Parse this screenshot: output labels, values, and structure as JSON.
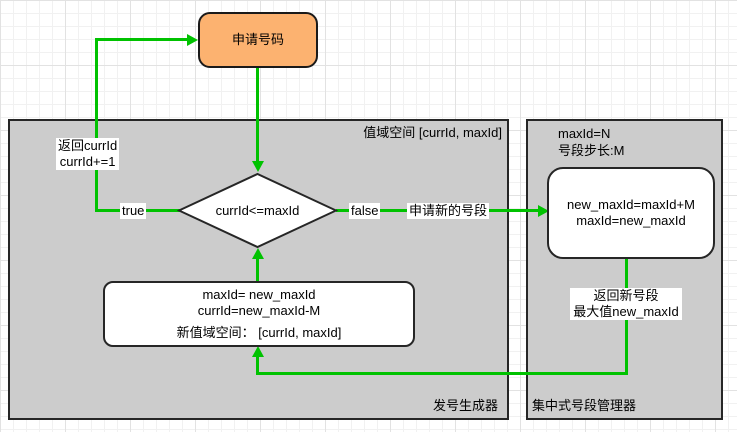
{
  "colors": {
    "green": "#00c200",
    "orange_fill": "#fcb270",
    "container_fill": "#cccccc",
    "border": "#262626",
    "node_fill": "#ffffff"
  },
  "nodes": {
    "start": {
      "label": "申请号码"
    },
    "decision": {
      "label": "currId<=maxId"
    },
    "update_range": {
      "line1": "maxId= new_maxId",
      "line2": "currId=new_maxId-M",
      "line3": "新值域空间： [currId, maxId]"
    },
    "new_segment": {
      "line1": "new_maxId=maxId+M",
      "line2": "maxId=new_maxId"
    }
  },
  "containers": {
    "generator": {
      "top_label": "值域空间 [currId, maxId]",
      "bottom_label": "发号生成器"
    },
    "manager": {
      "top_label_line1": "maxId=N",
      "top_label_line2": "号段步长:M",
      "bottom_label": "集中式号段管理器"
    }
  },
  "edge_labels": {
    "true_label": "true",
    "false_label": "false",
    "return_currid_line1": "返回currId",
    "return_currid_line2": "currId+=1",
    "apply_new_segment": "申请新的号段",
    "return_new_segment_line1": "返回新号段",
    "return_new_segment_line2": "最大值new_maxId"
  }
}
